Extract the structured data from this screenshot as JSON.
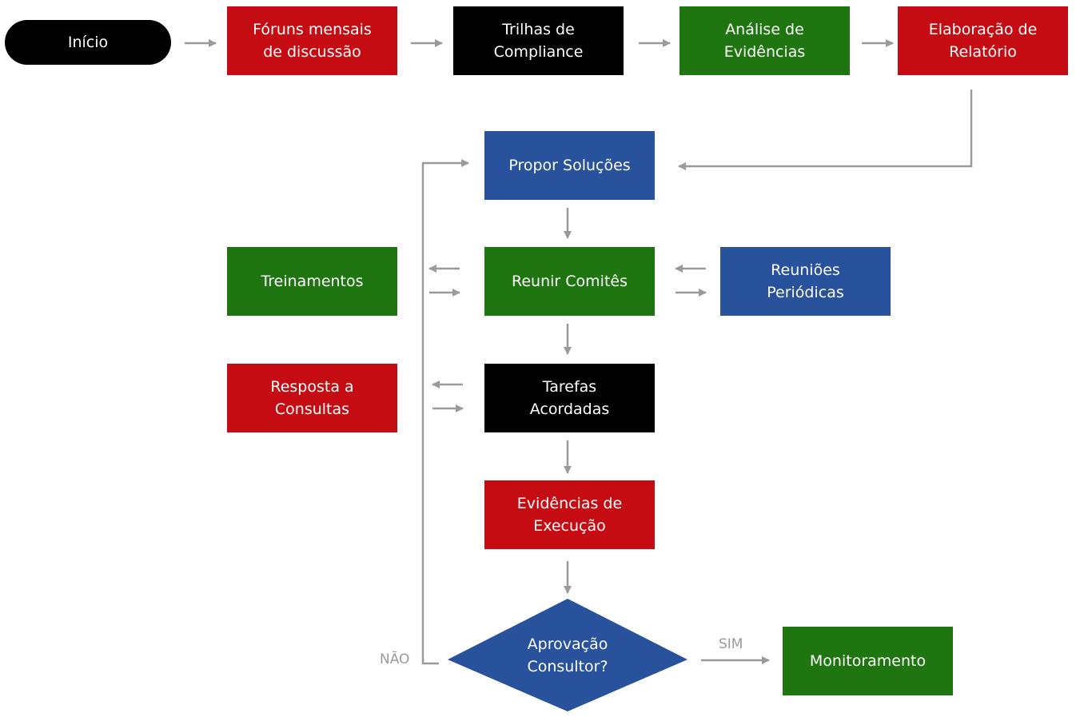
{
  "colors": {
    "red": "#c40c12",
    "black": "#000000",
    "green": "#1f7510",
    "blue": "#28529c",
    "connector": "#9a9a9a"
  },
  "nodes": {
    "inicio": "Início",
    "foruns": "Fóruns mensais\nde discussão",
    "trilhas": "Trilhas de\nCompliance",
    "analise": "Análise de\nEvidências",
    "elaboracao": "Elaboração de\nRelatório",
    "propor": "Propor Soluções",
    "reunir": "Reunir Comitês",
    "treinamentos": "Treinamentos",
    "reunioes": "Reuniões\nPeriódicas",
    "tarefas": "Tarefas\nAcordadas",
    "resposta": "Resposta a\nConsultas",
    "evidencias": "Evidências de\nExecução",
    "aprovacao": "Aprovação\nConsultor?",
    "monitoramento": "Monitoramento"
  },
  "edge_labels": {
    "nao": "NÃO",
    "sim": "SIM"
  }
}
